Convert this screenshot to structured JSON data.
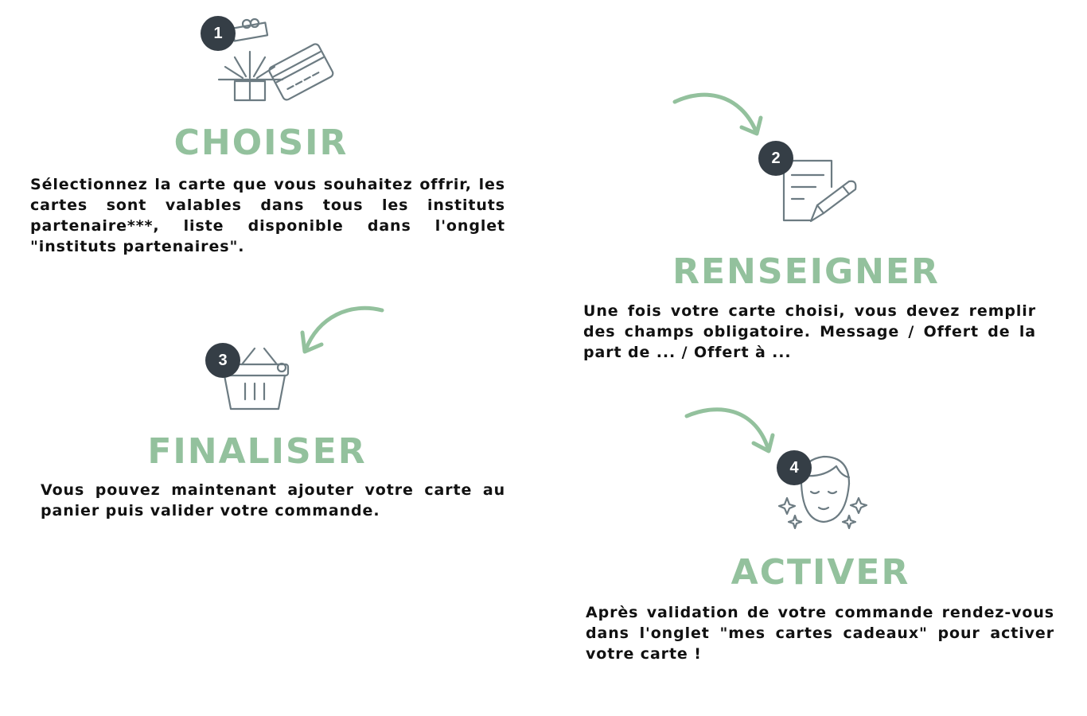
{
  "colors": {
    "accent": "#93c19d",
    "badge": "#353e46",
    "icon": "#6c7b82"
  },
  "steps": [
    {
      "number": "1",
      "title": "CHOISIR",
      "icon": "gift-card-icon",
      "text": "Sélectionnez la carte que vous souhaitez offrir, les cartes sont valables dans tous les instituts partenaire***, liste disponible dans l'onglet \"instituts partenaires\"."
    },
    {
      "number": "2",
      "title": "RENSEIGNER",
      "icon": "document-pencil-icon",
      "text": "Une fois votre carte choisi, vous devez remplir des champs obligatoire. Message / Offert de la part de ... / Offert à ..."
    },
    {
      "number": "3",
      "title": "FINALISER",
      "icon": "basket-icon",
      "text": "Vous pouvez maintenant ajouter votre carte au panier puis valider votre commande."
    },
    {
      "number": "4",
      "title": "ACTIVER",
      "icon": "relaxed-face-icon",
      "text": "Après validation de votre commande rendez-vous dans l'onglet \"mes cartes cadeaux\" pour activer votre carte !"
    }
  ]
}
